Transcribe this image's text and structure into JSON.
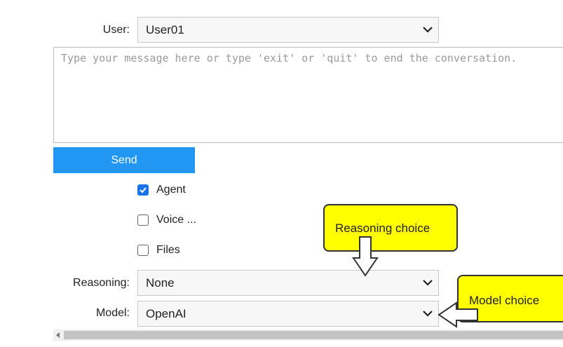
{
  "user": {
    "label": "User:",
    "selected": "User01"
  },
  "message": {
    "placeholder": "Type your message here or type 'exit' or 'quit' to end the conversation."
  },
  "send_button": {
    "label": "Send"
  },
  "options": [
    {
      "label": "Agent",
      "checked": true
    },
    {
      "label": "Voice ...",
      "checked": false
    },
    {
      "label": "Files",
      "checked": false
    }
  ],
  "reasoning": {
    "label": "Reasoning:",
    "selected": "None"
  },
  "model": {
    "label": "Model:",
    "selected": "OpenAI"
  },
  "annotations": {
    "reasoning_callout": "Reasoning choice",
    "model_callout": "Model choice"
  },
  "colors": {
    "send_button": "#2196f3",
    "checkbox_checked": "#1a73e8",
    "callout": "#ffff00"
  }
}
